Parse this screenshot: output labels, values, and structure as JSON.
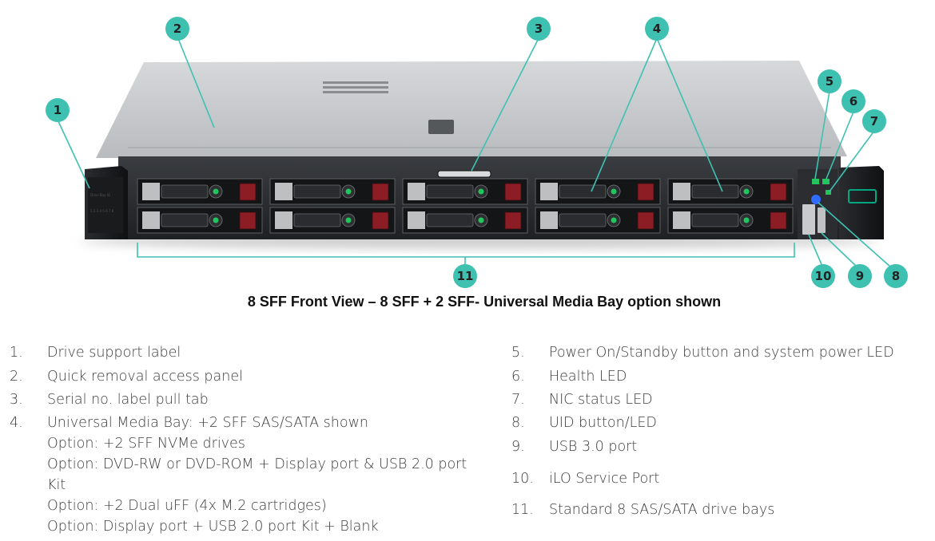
{
  "callouts": [
    "1",
    "2",
    "3",
    "4",
    "5",
    "6",
    "7",
    "8",
    "9",
    "10",
    "11"
  ],
  "caption": "8 SFF Front View – 8 SFF + 2 SFF- Universal Media Bay option shown",
  "colors": {
    "callout_fill": "#3fc1b2",
    "accent_green": "#22c55e",
    "uid_blue": "#2f6bff",
    "hpe_green": "#01a982"
  },
  "bezel": {
    "left_label": "Drive Bay ID",
    "left_digits": "1 2 3 4 5 6 7 8"
  },
  "legend_left": [
    {
      "num": "1.",
      "lines": [
        "Drive support label"
      ]
    },
    {
      "num": "2.",
      "lines": [
        "Quick removal access panel"
      ]
    },
    {
      "num": "3.",
      "lines": [
        "Serial no. label pull tab"
      ]
    },
    {
      "num": "4.",
      "lines": [
        "Universal Media Bay: +2 SFF SAS/SATA shown",
        "Option: +2 SFF NVMe drives",
        "Option: DVD-RW or DVD-ROM + Display port & USB 2.0 port",
        "Kit",
        "Option: +2 Dual uFF (4x M.2 cartridges)",
        "Option: Display port + USB 2.0 port Kit + Blank"
      ]
    }
  ],
  "legend_right": [
    {
      "num": "5.",
      "lines": [
        "Power On/Standby button and system power LED"
      ]
    },
    {
      "num": "6.",
      "lines": [
        "Health LED"
      ]
    },
    {
      "num": "7.",
      "lines": [
        "NIC status LED"
      ]
    },
    {
      "num": "8.",
      "lines": [
        "UID button/LED"
      ]
    },
    {
      "num": "9.",
      "lines": [
        "USB 3.0 port"
      ]
    },
    {
      "num": "10.",
      "lines": [
        "iLO Service Port"
      ]
    },
    {
      "num": "11.",
      "lines": [
        "Standard 8 SAS/SATA drive bays"
      ]
    }
  ]
}
